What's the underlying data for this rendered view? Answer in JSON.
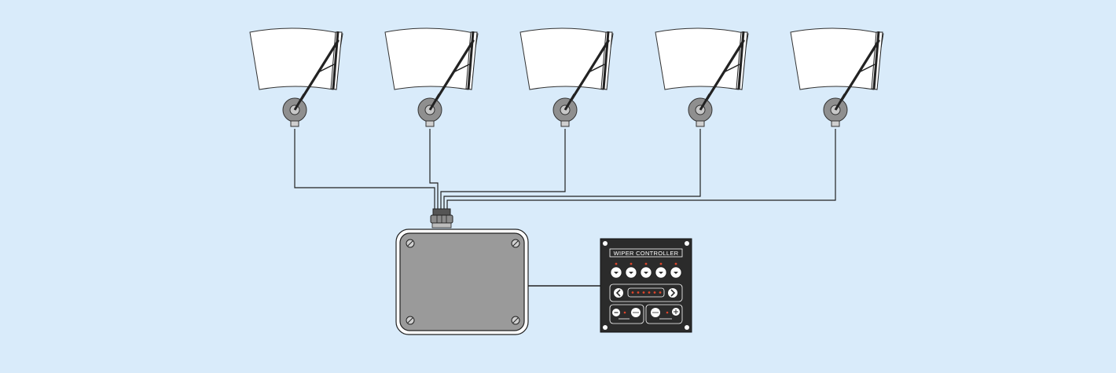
{
  "diagram": {
    "wiper_count": 5,
    "wire_color": "#222222",
    "background": "#d9ebfa"
  },
  "junction_box": {
    "color": "#9a9a9a"
  },
  "controller": {
    "title": "WIPER CONTROLLER",
    "indicator_color": "#e0452a",
    "buttons_top": [
      "wiper-1",
      "wiper-2",
      "wiper-3",
      "wiper-4",
      "wiper-5"
    ],
    "left_label": "−",
    "right_label": "",
    "bottom_left_tiny": "",
    "bottom_right_tiny": "",
    "auto_label": "",
    "off_label": ""
  }
}
